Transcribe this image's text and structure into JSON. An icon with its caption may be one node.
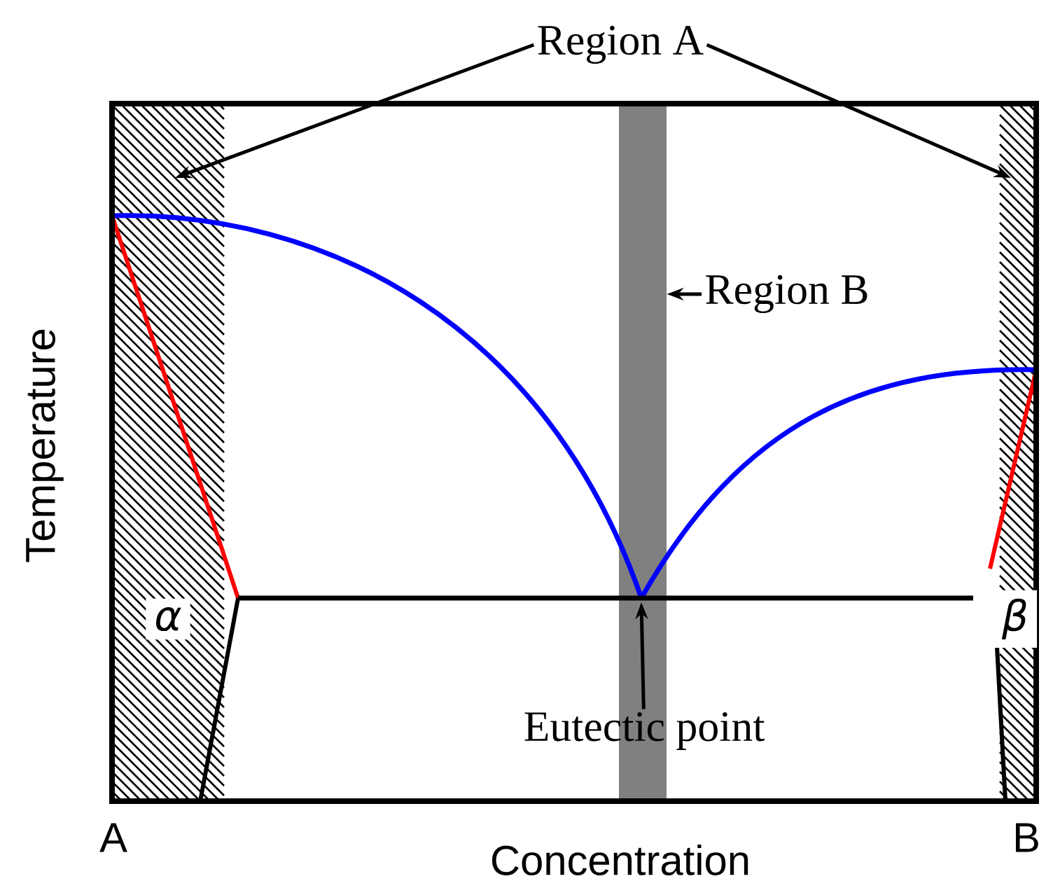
{
  "diagram": {
    "nodes": [
      {
        "text": [
          "Region A"
        ]
      },
      {
        "text": [],
        "shape": "box"
      },
      {
        "text": [],
        "shape": "box"
      },
      {
        "text": [
          "Region B"
        ]
      },
      {
        "text": [],
        "shape": "bar"
      },
      {
        "text": [
          "Eutectic point"
        ]
      }
    ],
    "edges": [
      {
        "from": 0,
        "to": 1,
        "arrow": "to"
      },
      {
        "from": 0,
        "to": 2,
        "arrow": "to"
      },
      {
        "from": 3,
        "to": 4,
        "arrow": "to"
      },
      {
        "from": 5,
        "to": 4,
        "arrow": "to"
      }
    ],
    "labels": [
      "Temperature",
      "α",
      "β",
      "A",
      "B",
      "Concentration"
    ]
  }
}
